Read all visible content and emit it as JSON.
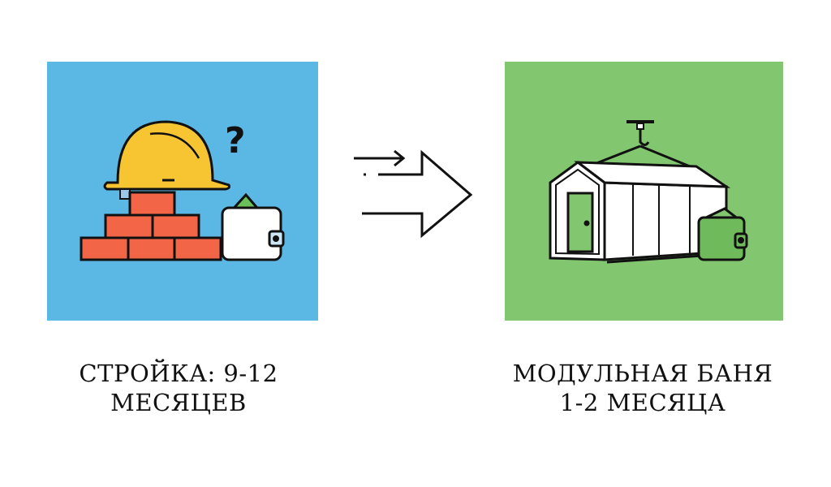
{
  "left_panel": {
    "caption_line1": "СТРОЙКА: 9-12",
    "caption_line2": "МЕСЯЦЕВ",
    "background": "#5bb7e3"
  },
  "right_panel": {
    "caption_line1": "МОДУЛЬНАЯ БАНЯ",
    "caption_line2": "1-2 МЕСЯЦА",
    "background": "#82c76f"
  },
  "icons": [
    "hard-hat-icon",
    "question-mark-icon",
    "bricks-icon",
    "wallet-icon",
    "arrow-right-icon",
    "modular-house-icon",
    "crane-hook-icon"
  ]
}
